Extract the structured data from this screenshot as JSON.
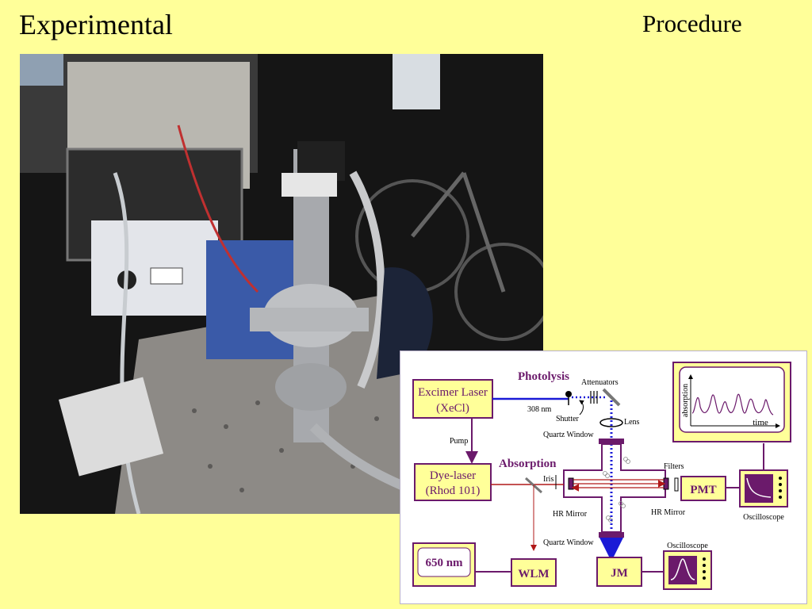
{
  "slide": {
    "title": "Experimental",
    "subtitle": "Procedure"
  },
  "diagram": {
    "excimer_laser": "Excimer Laser",
    "excimer_medium": "(XeCl)",
    "photolysis": "Photolysis",
    "wavelength_308": "308 nm",
    "attenuators": "Attenuators",
    "shutter": "Shutter",
    "lens": "Lens",
    "quartz_window_top": "Quartz Window",
    "pump": "Pump",
    "dye_laser": "Dye-laser",
    "dye_medium": "(Rhod 101)",
    "absorption": "Absorption",
    "iris": "Iris",
    "filters": "Filters",
    "hr_mirror_left": "HR Mirror",
    "hr_mirror_right": "HR Mirror",
    "pmt": "PMT",
    "oscilloscope_right": "Oscilloscope",
    "quartz_window_bottom": "Quartz Window",
    "oscilloscope_bottom": "Oscilloscope",
    "wavelength_display": "650 nm",
    "wlm": "WLM",
    "jm": "JM",
    "monitor_ylabel": "absorption",
    "monitor_xlabel": "time"
  },
  "colors": {
    "background": "#ffff99",
    "box_fill": "#ffff99",
    "box_border": "#6b1a6b",
    "text_purple": "#6b1a6b",
    "laser_blue": "#1a1ad6",
    "laser_red": "#b01818"
  }
}
